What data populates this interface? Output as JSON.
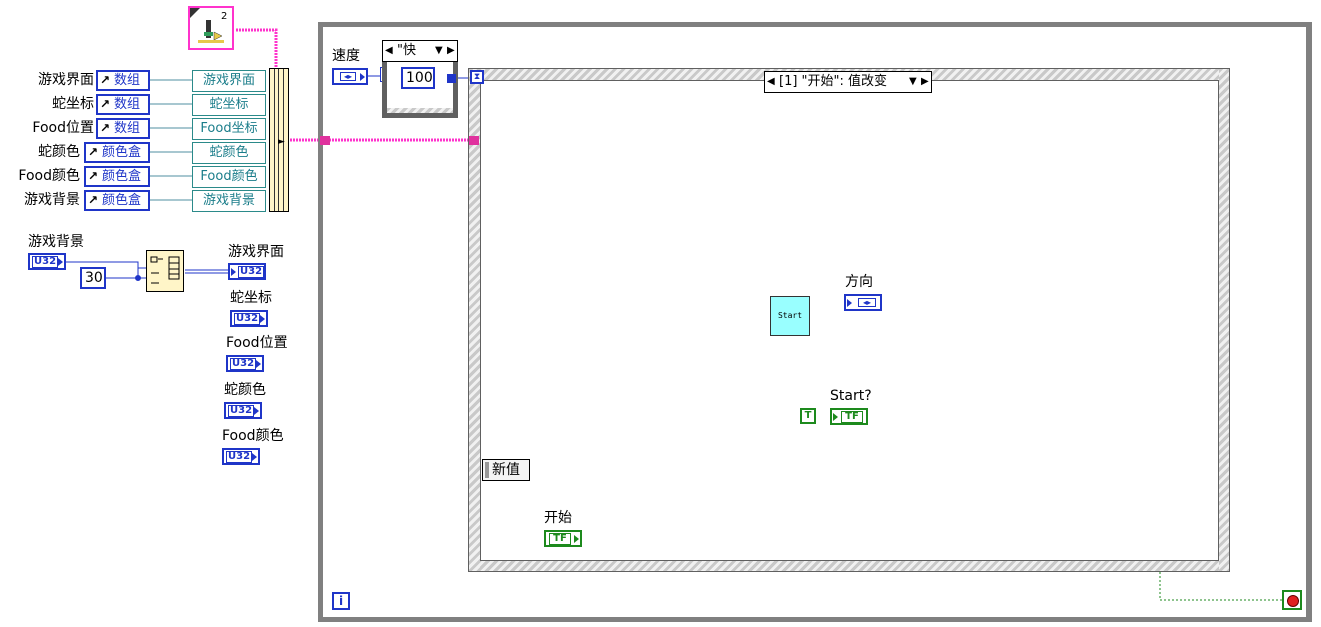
{
  "cluster": {
    "rows": [
      {
        "label": "游戏界面",
        "ref": "数组",
        "prop": "游戏界面"
      },
      {
        "label": "蛇坐标",
        "ref": "数组",
        "prop": "蛇坐标"
      },
      {
        "label": "Food位置",
        "ref": "数组",
        "prop": "Food坐标"
      },
      {
        "label": "蛇颜色",
        "ref": "颜色盒",
        "prop": "蛇颜色"
      },
      {
        "label": "Food颜色",
        "ref": "颜色盒",
        "prop": "Food颜色"
      },
      {
        "label": "游戏背景",
        "ref": "颜色盒",
        "prop": "游戏背景"
      }
    ],
    "icon_number": "2"
  },
  "array_section": {
    "input_label": "游戏背景",
    "input_type": "U32",
    "size_constant": "30",
    "outputs": [
      {
        "label": "游戏界面",
        "type": "U32"
      },
      {
        "label": "蛇坐标",
        "type": "U32"
      },
      {
        "label": "Food位置",
        "type": "U32"
      },
      {
        "label": "蛇颜色",
        "type": "U32"
      },
      {
        "label": "Food颜色",
        "type": "U32"
      }
    ]
  },
  "loop": {
    "speed_label": "速度",
    "case_selector": "\"快",
    "timeout_constant": "100",
    "iteration_terminal": "i",
    "question_mark": "?"
  },
  "event_structure": {
    "selector": "[1] \"开始\": 值改变",
    "new_value_label": "新值",
    "start_label": "开始",
    "subvi_label": "Start",
    "direction_label": "方向",
    "start_q_label": "Start?",
    "true_constant": "T",
    "tf_text": "TF"
  },
  "colors": {
    "cluster_wire": "#ff33cc",
    "numeric_wire": "#1f35c8",
    "boolean_wire": "#1d8a1d",
    "subvi_fill": "#99ffff"
  }
}
